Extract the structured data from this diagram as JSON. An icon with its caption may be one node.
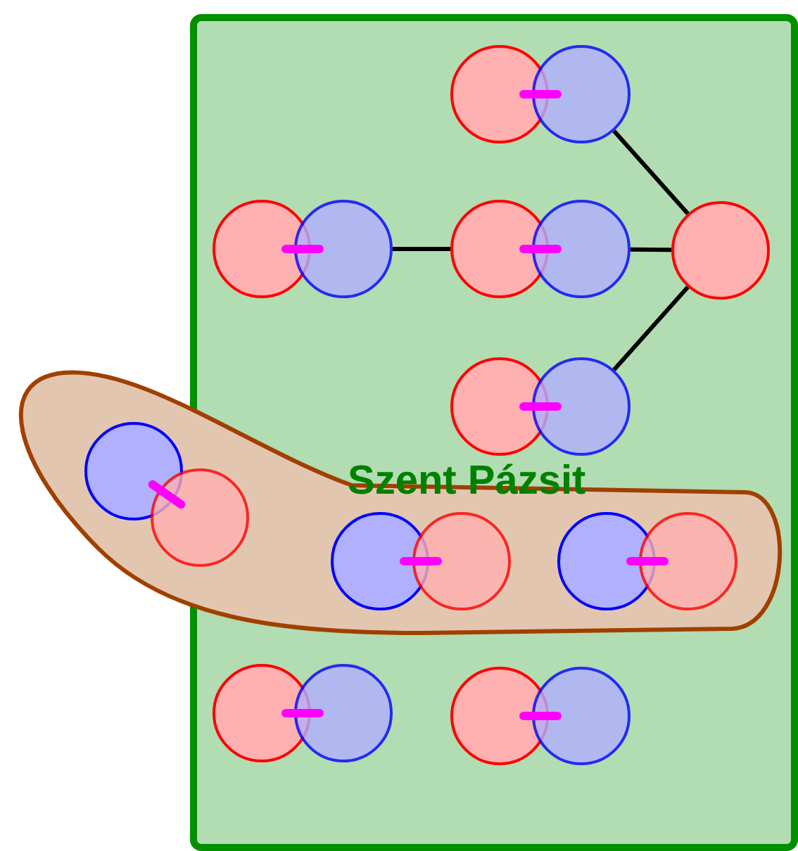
{
  "diagram": {
    "nodes": [
      {
        "text": [
          "Szent Pázsit"
        ]
      },
      {
        "text": [],
        "shape": "blob"
      },
      {
        "text": [],
        "shape": "circle",
        "in": 0
      },
      {
        "text": [],
        "shape": "circle",
        "in": 0
      },
      {
        "text": [],
        "shape": "circle",
        "in": 0
      },
      {
        "text": [],
        "shape": "circle",
        "in": 0
      },
      {
        "text": [],
        "shape": "circle",
        "in": 0
      },
      {
        "text": [],
        "shape": "circle",
        "in": 0
      },
      {
        "text": [],
        "shape": "circle",
        "in": 0
      },
      {
        "text": [],
        "shape": "circle",
        "in": 0
      },
      {
        "text": [],
        "shape": "circle",
        "in": 0
      },
      {
        "text": [],
        "shape": "circle",
        "in": 1
      },
      {
        "text": [],
        "shape": "circle",
        "in": 1
      },
      {
        "text": [],
        "shape": "circle"
      },
      {
        "text": [],
        "shape": "circle"
      },
      {
        "text": [],
        "shape": "circle"
      },
      {
        "text": [],
        "shape": "circle"
      },
      {
        "text": [],
        "shape": "circle",
        "in": 0
      },
      {
        "text": [],
        "shape": "circle",
        "in": 0
      },
      {
        "text": [],
        "shape": "circle",
        "in": 0
      },
      {
        "text": [],
        "shape": "circle",
        "in": 0
      }
    ],
    "edges": [
      {
        "from": 2,
        "to": 3,
        "arrow": "none"
      },
      {
        "from": 4,
        "to": 5,
        "arrow": "none"
      },
      {
        "from": 6,
        "to": 7,
        "arrow": "none"
      },
      {
        "from": 9,
        "to": 10,
        "arrow": "none"
      },
      {
        "from": 11,
        "to": 12,
        "arrow": "none"
      },
      {
        "from": 13,
        "to": 14,
        "arrow": "none"
      },
      {
        "from": 15,
        "to": 16,
        "arrow": "none"
      },
      {
        "from": 17,
        "to": 18,
        "arrow": "none"
      },
      {
        "from": 19,
        "to": 20,
        "arrow": "none"
      },
      {
        "from": 3,
        "to": 8,
        "arrow": "none",
        "color": "#000000"
      },
      {
        "from": 5,
        "to": 6,
        "arrow": "none",
        "color": "#000000"
      },
      {
        "from": 7,
        "to": 8,
        "arrow": "none",
        "color": "#000000"
      },
      {
        "from": 10,
        "to": 8,
        "arrow": "none",
        "color": "#000000"
      }
    ]
  }
}
